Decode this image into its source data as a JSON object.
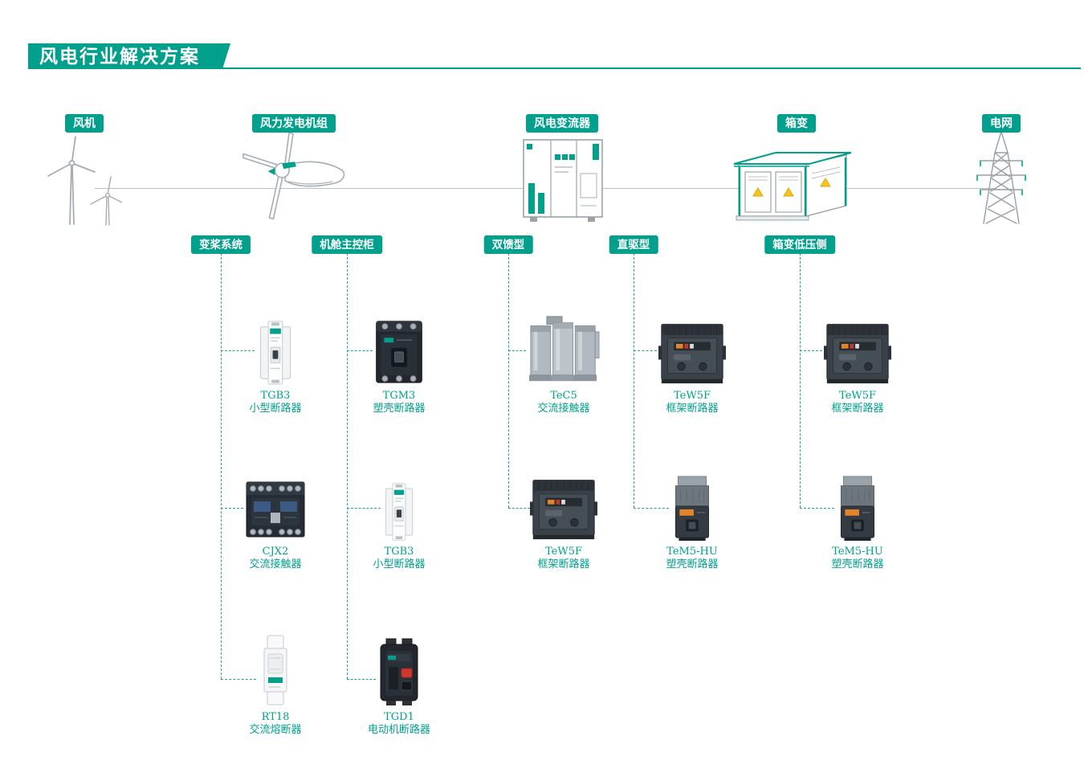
{
  "title": "风电行业解决方案",
  "colors": {
    "accent": "#00A08C",
    "line_gray": "#b7bfc5",
    "warning_yellow": "#F5C51D"
  },
  "top_nodes": [
    {
      "label": "风机",
      "icon": "wind-turbines-icon"
    },
    {
      "label": "风力发电机组",
      "icon": "turbine-nacelle-icon"
    },
    {
      "label": "风电变流器",
      "icon": "converter-cabinet-icon"
    },
    {
      "label": "箱变",
      "icon": "box-substation-icon"
    },
    {
      "label": "电网",
      "icon": "transmission-tower-icon"
    }
  ],
  "branches": [
    {
      "label": "变桨系统",
      "products": [
        {
          "model": "TGB3",
          "type": "小型断路器"
        },
        {
          "model": "CJX2",
          "type": "交流接触器"
        },
        {
          "model": "RT18",
          "type": "交流熔断器"
        }
      ]
    },
    {
      "label": "机舱主控柜",
      "products": [
        {
          "model": "TGM3",
          "type": "塑壳断路器"
        },
        {
          "model": "TGB3",
          "type": "小型断路器"
        },
        {
          "model": "TGD1",
          "type": "电动机断路器"
        }
      ]
    },
    {
      "label": "双馈型",
      "products": [
        {
          "model": "TeC5",
          "type": "交流接触器"
        },
        {
          "model": "TeW5F",
          "type": "框架断路器"
        }
      ]
    },
    {
      "label": "直驱型",
      "products": [
        {
          "model": "TeW5F",
          "type": "框架断路器"
        },
        {
          "model": "TeM5-HU",
          "type": "塑壳断路器"
        }
      ]
    },
    {
      "label": "箱变低压侧",
      "products": [
        {
          "model": "TeW5F",
          "type": "框架断路器"
        },
        {
          "model": "TeM5-HU",
          "type": "塑壳断路器"
        }
      ]
    }
  ]
}
